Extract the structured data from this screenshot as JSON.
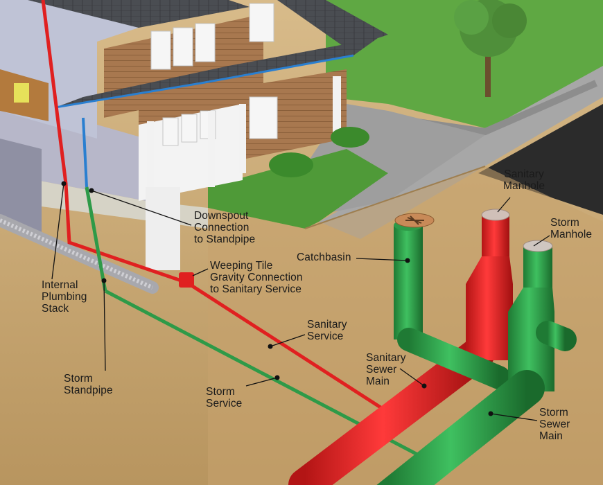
{
  "labels": {
    "downspout": "Downspout\nConnection\nto Standpipe",
    "weeping_tile": "Weeping Tile\nGravity Connection\nto Sanitary Service",
    "catchbasin": "Catchbasin",
    "sanitary_manhole": "Sanitary\nManhole",
    "storm_manhole": "Storm\nManhole",
    "internal_stack": "Internal\nPlumbing\nStack",
    "sanitary_service": "Sanitary\nService",
    "sanitary_sewer_main": "Sanitary\nSewer\nMain",
    "storm_standpipe": "Storm\nStandpipe",
    "storm_service": "Storm\nService",
    "storm_sewer_main": "Storm\nSewer\nMain"
  },
  "colors": {
    "sanitary": "#e02020",
    "storm": "#2e9a48",
    "soil": "#c9a877",
    "lawn": "#4f9a38",
    "road": "#2b2b2b"
  }
}
